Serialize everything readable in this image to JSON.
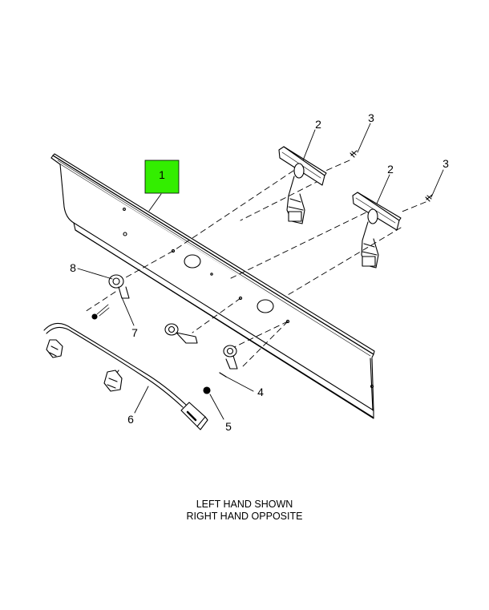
{
  "diagram": {
    "highlight_color": "#33ee00",
    "callouts": {
      "c1": "1",
      "c2a": "2",
      "c2b": "2",
      "c3a": "3",
      "c3b": "3",
      "c4": "4",
      "c5": "5",
      "c6": "6",
      "c7": "7",
      "c8": "8"
    },
    "caption": {
      "line1": "LEFT HAND SHOWN",
      "line2": "RIGHT HAND OPPOSITE"
    }
  }
}
